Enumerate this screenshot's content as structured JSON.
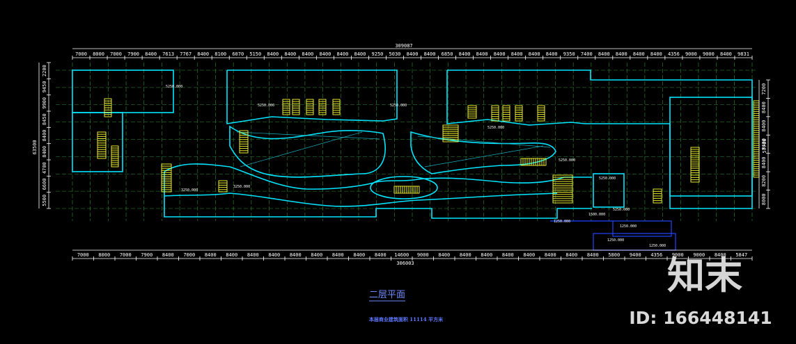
{
  "drawing": {
    "title": "二层平面",
    "note": "本层商业建筑面积 11114 平方米",
    "total_top": "309087",
    "total_bottom": "306003",
    "total_left": "63500",
    "total_right": "57700"
  },
  "dims_top": [
    "7000",
    "8000",
    "7000",
    "7900",
    "8400",
    "7613",
    "7767",
    "8400",
    "8100",
    "6070",
    "5150",
    "8400",
    "8400",
    "8400",
    "8400",
    "8400",
    "8400",
    "9250",
    "5030",
    "8400",
    "8400",
    "6850",
    "8400",
    "8400",
    "8400",
    "8400",
    "8400",
    "8400",
    "9350",
    "7400",
    "8400",
    "8400",
    "8400",
    "8400",
    "4356",
    "9000",
    "9000",
    "8400",
    "9831"
  ],
  "dims_bottom": [
    "7000",
    "8000",
    "7000",
    "7900",
    "8400",
    "7000",
    "8400",
    "8400",
    "8400",
    "8400",
    "8400",
    "8400",
    "8400",
    "8400",
    "8400",
    "14600",
    "9000",
    "8400",
    "8400",
    "8400",
    "8400",
    "8400",
    "8400",
    "8400",
    "8400",
    "5800",
    "9400",
    "4356",
    "9000",
    "9000",
    "8400",
    "5847"
  ],
  "dims_left": [
    "2200",
    "9450",
    "9900",
    "8450",
    "8400",
    "8400",
    "4700",
    "6600",
    "5500"
  ],
  "dims_right": [
    "7200",
    "8400",
    "8400",
    "8400",
    "8400",
    "8200",
    "8000"
  ],
  "elevations": [
    "5250.000",
    "5250.000",
    "5250.000",
    "5250.000",
    "5250.000",
    "5250.000",
    "5250.000",
    "3250.000",
    "3250.000",
    "1500.000",
    "1250.000",
    "1250.000",
    "1250.000",
    "1250.000"
  ],
  "watermark": {
    "logo": "知末",
    "id": "ID: 166448141"
  },
  "colors": {
    "background": "#000000",
    "wall": "#00e5ff",
    "grid": "#2f8f2f",
    "stair": "#ffff33",
    "dim": "#ffffff",
    "title": "#6f8cff",
    "ramp": "#2244ff"
  }
}
